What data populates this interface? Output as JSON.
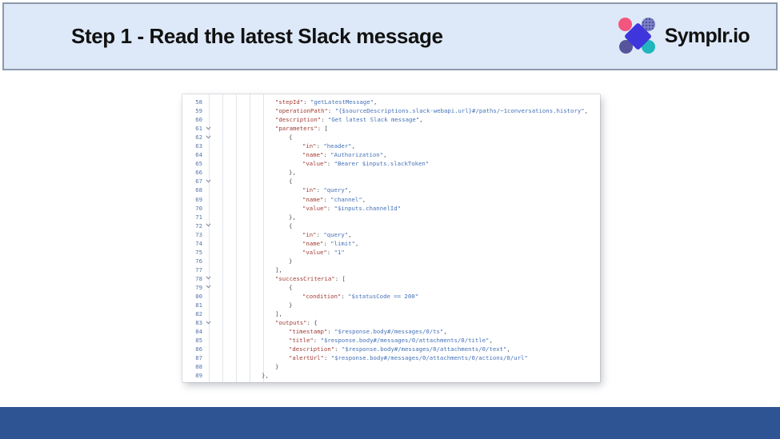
{
  "header": {
    "title": "Step 1 - Read the latest Slack message",
    "background_color": "#dde9f8",
    "border_color": "#8c99ab"
  },
  "logo": {
    "text": "Symplr.io",
    "colors": {
      "pink": "#f2567f",
      "dotted_purple": "#7b7fc4",
      "dark_purple": "#56559b",
      "teal": "#21b5bd",
      "diamond_blue": "#3f35dd"
    }
  },
  "footer": {
    "background_color": "#2e5494"
  },
  "editor": {
    "syntax_colors": {
      "key": "#a13b33",
      "string": "#4472b8",
      "line_number": "#5577aa"
    },
    "first_line_number": 58,
    "last_line_number": 89,
    "lines": [
      {
        "num": 58,
        "fold": false,
        "indent": 0,
        "code": "\"stepId\": \"getLatestMessage\","
      },
      {
        "num": 59,
        "fold": false,
        "indent": 0,
        "code": "\"operationPath\": \"{$sourceDescriptions.slack-webapi.url}#/paths/~1conversations.history\","
      },
      {
        "num": 60,
        "fold": false,
        "indent": 0,
        "code": "\"description\": \"Get latest Slack message\","
      },
      {
        "num": 61,
        "fold": true,
        "indent": 0,
        "code": "\"parameters\": ["
      },
      {
        "num": 62,
        "fold": true,
        "indent": 1,
        "code": "{"
      },
      {
        "num": 63,
        "fold": false,
        "indent": 2,
        "code": "\"in\": \"header\","
      },
      {
        "num": 64,
        "fold": false,
        "indent": 2,
        "code": "\"name\": \"Authorization\","
      },
      {
        "num": 65,
        "fold": false,
        "indent": 2,
        "code": "\"value\": \"Bearer $inputs.slackToken\""
      },
      {
        "num": 66,
        "fold": false,
        "indent": 1,
        "code": "},"
      },
      {
        "num": 67,
        "fold": true,
        "indent": 1,
        "code": "{"
      },
      {
        "num": 68,
        "fold": false,
        "indent": 2,
        "code": "\"in\": \"query\","
      },
      {
        "num": 69,
        "fold": false,
        "indent": 2,
        "code": "\"name\": \"channel\","
      },
      {
        "num": 70,
        "fold": false,
        "indent": 2,
        "code": "\"value\": \"$inputs.channelId\""
      },
      {
        "num": 71,
        "fold": false,
        "indent": 1,
        "code": "},"
      },
      {
        "num": 72,
        "fold": true,
        "indent": 1,
        "code": "{"
      },
      {
        "num": 73,
        "fold": false,
        "indent": 2,
        "code": "\"in\": \"query\","
      },
      {
        "num": 74,
        "fold": false,
        "indent": 2,
        "code": "\"name\": \"limit\","
      },
      {
        "num": 75,
        "fold": false,
        "indent": 2,
        "code": "\"value\": \"1\""
      },
      {
        "num": 76,
        "fold": false,
        "indent": 1,
        "code": "}"
      },
      {
        "num": 77,
        "fold": false,
        "indent": 0,
        "code": "],"
      },
      {
        "num": 78,
        "fold": true,
        "indent": 0,
        "code": "\"successCriteria\": ["
      },
      {
        "num": 79,
        "fold": true,
        "indent": 1,
        "code": "{"
      },
      {
        "num": 80,
        "fold": false,
        "indent": 2,
        "code": "\"condition\": \"$statusCode == 200\""
      },
      {
        "num": 81,
        "fold": false,
        "indent": 1,
        "code": "}"
      },
      {
        "num": 82,
        "fold": false,
        "indent": 0,
        "code": "],"
      },
      {
        "num": 83,
        "fold": true,
        "indent": 0,
        "code": "\"outputs\": {"
      },
      {
        "num": 84,
        "fold": false,
        "indent": 1,
        "code": "\"timestamp\": \"$response.body#/messages/0/ts\","
      },
      {
        "num": 85,
        "fold": false,
        "indent": 1,
        "code": "\"title\": \"$response.body#/messages/0/attachments/0/title\","
      },
      {
        "num": 86,
        "fold": false,
        "indent": 1,
        "code": "\"description\": \"$response.body#/messages/0/attachments/0/text\","
      },
      {
        "num": 87,
        "fold": false,
        "indent": 1,
        "code": "\"alertUrl\": \"$response.body#/messages/0/attachments/0/actions/0/url\""
      },
      {
        "num": 88,
        "fold": false,
        "indent": 0,
        "code": "}"
      },
      {
        "num": 89,
        "fold": false,
        "indent": -1,
        "code": "},"
      }
    ]
  }
}
